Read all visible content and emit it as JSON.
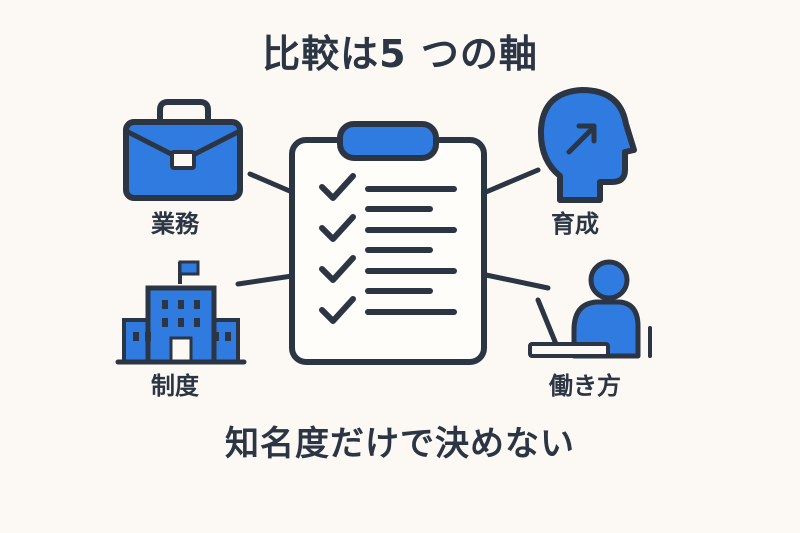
{
  "title": "比較は5 つの軸",
  "subtitle": "知名度だけで決めない",
  "axes": [
    {
      "id": "gyomu",
      "label": "業務",
      "icon": "briefcase-icon"
    },
    {
      "id": "seido",
      "label": "制度",
      "icon": "building-icon"
    },
    {
      "id": "ikusei",
      "label": "育成",
      "icon": "head-growth-icon"
    },
    {
      "id": "hatarakikata",
      "label": "働き方",
      "icon": "person-laptop-icon"
    }
  ],
  "center_icon": "checklist-clipboard-icon",
  "colors": {
    "background": "#fcf9f4",
    "primary_blue": "#2f7be0",
    "outline_dark": "#2b3544"
  }
}
